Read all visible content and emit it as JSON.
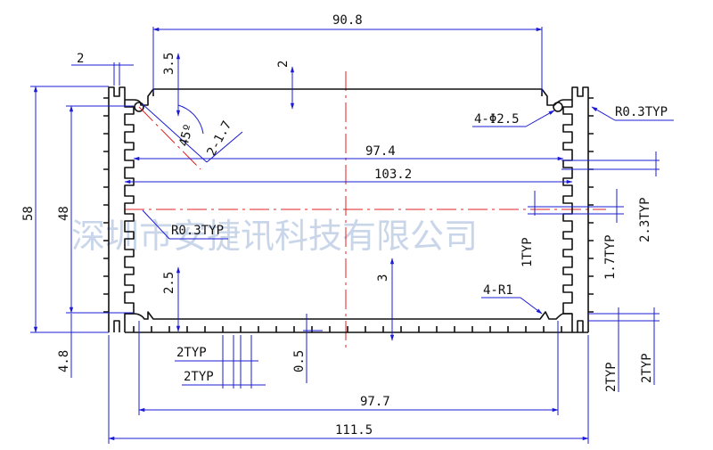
{
  "dimensions": {
    "top_width": "90.8",
    "fin_pitch_top": "2",
    "top_thickness": "3.5",
    "lid_gap": "2",
    "hole": "4-Φ2.5",
    "corner_radius_right": "R0.3TYP",
    "angle": "45º",
    "chamfer": "2-1.7",
    "inner_width": "97.4",
    "slot_width": "103.2",
    "overall_height": "58",
    "inner_height": "48",
    "corner_radius_left": "R0.3TYP",
    "slot_1": "1TYP",
    "slot_1_7": "1.7TYP",
    "slot_2_3": "2.3TYP",
    "wall_2_5": "2.5",
    "lip_3": "3",
    "radius_r1": "4-R1",
    "fin_2typ_a": "2TYP",
    "fin_2typ_b": "2TYP",
    "bottom_offset": "0.5",
    "base_height": "4.8",
    "bottom_inner_width": "97.7",
    "overall_width": "111.5",
    "fin_2typ_right_a": "2TYP",
    "fin_2typ_right_b": "2TYP"
  },
  "watermark": "深圳市安捷讯科技有限公司",
  "colors": {
    "dimension": "#1b1bd6",
    "part": "#111111",
    "centerline": "#e02020",
    "watermark": "#c9d6ea"
  }
}
